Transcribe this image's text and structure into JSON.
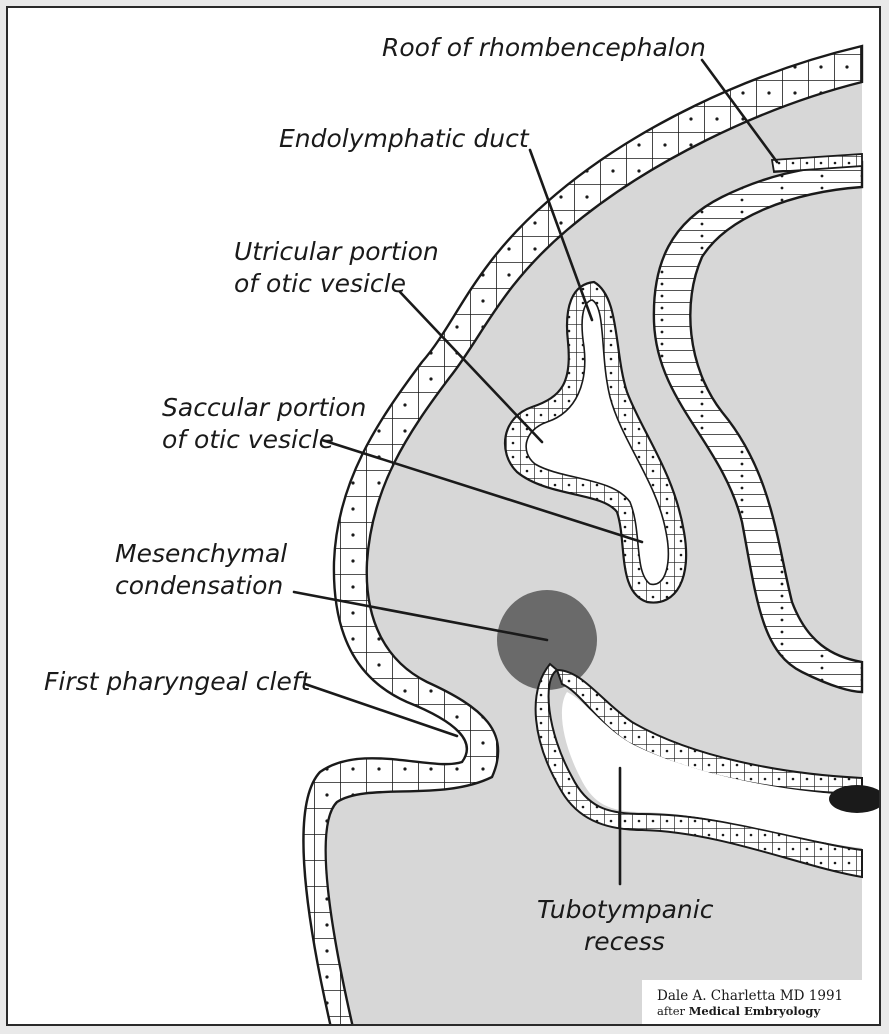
{
  "labels": {
    "roof": "Roof of rhombencephalon",
    "endolymphatic": "Endolymphatic duct",
    "utricular_1": "Utricular portion",
    "utricular_2": "of otic vesicle",
    "saccular_1": "Saccular portion",
    "saccular_2": "of otic vesicle",
    "mesenchymal_1": "Mesenchymal",
    "mesenchymal_2": "condensation",
    "cleft": "First pharyngeal cleft",
    "tubo_1": "Tubotympanic",
    "tubo_2": "recess"
  },
  "credit": {
    "line1": "Dale A. Charletta MD 1991",
    "line2_prefix": "after ",
    "line2_bold": "Medical Embryology"
  },
  "colors": {
    "tissue_fill": "#d7d7d7",
    "condensation": "#6a6a6a",
    "epithelium": "#ffffff",
    "ink": "#1a1a1a"
  }
}
